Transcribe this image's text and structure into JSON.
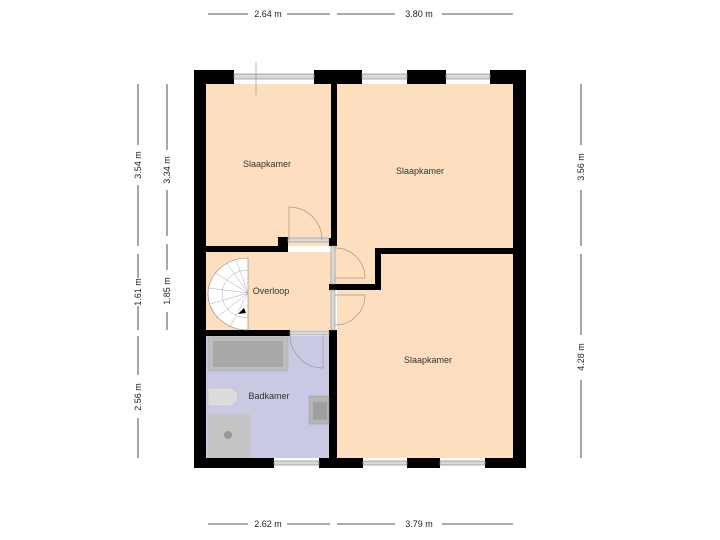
{
  "colors": {
    "wall": "#000000",
    "bedroom": "#fddfbf",
    "bathroom": "#c9c9e3",
    "fixture": "#c8c8c8",
    "window": "#bdbdbd",
    "dimension_line": "#222222"
  },
  "rooms": [
    {
      "id": "slaapkamer-1",
      "label": "Slaapkamer"
    },
    {
      "id": "slaapkamer-2",
      "label": "Slaapkamer"
    },
    {
      "id": "overloop",
      "label": "Overloop"
    },
    {
      "id": "badkamer",
      "label": "Badkamer"
    },
    {
      "id": "slaapkamer-3",
      "label": "Slaapkamer"
    }
  ],
  "dimensions": {
    "top": [
      "2.64 m",
      "3.80 m"
    ],
    "bottom": [
      "2.62 m",
      "3.79 m"
    ],
    "left_outer": [
      "3.54 m",
      "1.61 m",
      "2.56 m"
    ],
    "left_inner": [
      "3.34 m",
      "1.85 m"
    ],
    "right": [
      "3.56 m",
      "4.28 m"
    ]
  }
}
